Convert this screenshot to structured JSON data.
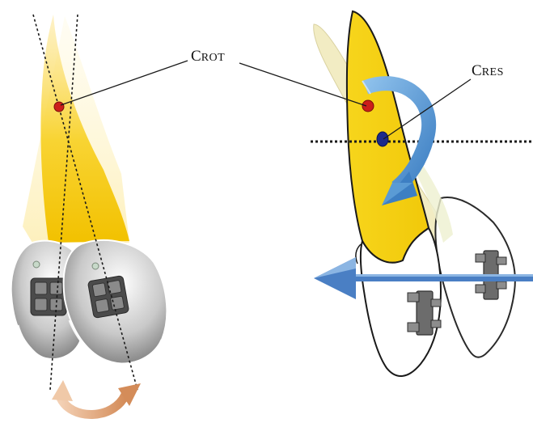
{
  "labels": {
    "crot": {
      "main": "C",
      "sub": "ROT"
    },
    "cres": {
      "main": "C",
      "sub": "RES"
    }
  },
  "colors": {
    "crown_yellow": "#f6d21e",
    "crown_yellow_light": "#fbe98a",
    "ghost_tooth": "#f3ecc0",
    "center_of_rotation": "#cc1f1a",
    "center_of_resistance": "#1b2a8a",
    "rotation_arrow": "#5a9bd5",
    "force_arrow": "#4a7fc4",
    "rotation_curve_arrow": "#d9a079",
    "bracket": "#595959"
  },
  "icons": {
    "rotation_arrow": "curved-rotation-arrow",
    "force_arrow": "left-force-arrow",
    "occlusal_rotation_arrow": "curved-double-tooth-arrow"
  }
}
